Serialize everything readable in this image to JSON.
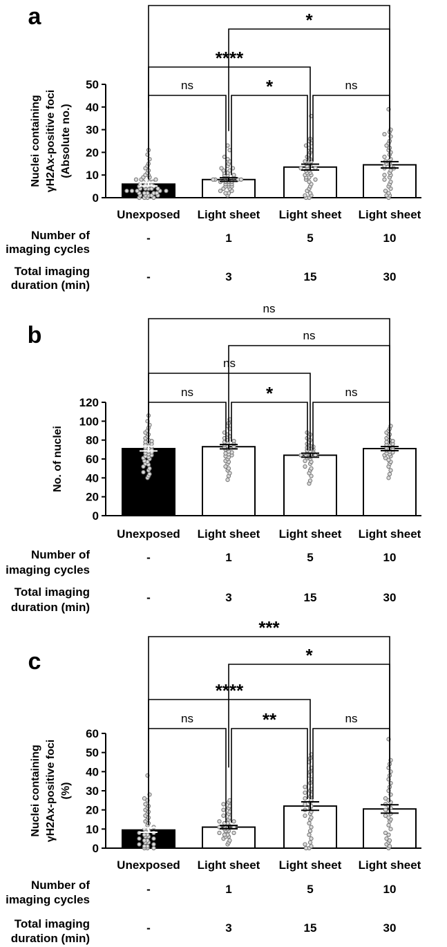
{
  "panels": [
    {
      "label": "a",
      "ylabel_lines": [
        "Nuclei containing",
        "γH2Ax-positive foci",
        "(Absolute no.)"
      ],
      "row_headers": [
        [
          "Number of",
          "imaging cycles"
        ],
        [
          "Total imaging",
          "duration (min)"
        ]
      ],
      "row1_values": [
        "-",
        "1",
        "5",
        "10"
      ],
      "row2_values": [
        "-",
        "3",
        "15",
        "30"
      ],
      "brackets": [
        {
          "from": 0,
          "to": 3,
          "label": "****"
        },
        {
          "from": 1,
          "to": 3,
          "label": "*"
        },
        {
          "from": 0,
          "to": 2,
          "label": "****"
        },
        {
          "from": 0,
          "to": 1,
          "label": "ns"
        },
        {
          "from": 1,
          "to": 2,
          "label": "*"
        },
        {
          "from": 2,
          "to": 3,
          "label": "ns"
        }
      ],
      "chart_data": {
        "type": "bar",
        "categories": [
          "Unexposed",
          "Light sheet",
          "Light sheet",
          "Light sheet"
        ],
        "values": [
          6,
          8,
          13.5,
          14.5
        ],
        "sem": [
          0.8,
          0.8,
          1.3,
          1.4
        ],
        "ylim": [
          0,
          50
        ],
        "yticks": [
          0,
          10,
          20,
          30,
          40,
          50
        ],
        "bar_fill": [
          "#000000",
          "#ffffff",
          "#ffffff",
          "#ffffff"
        ],
        "points": [
          [
            0,
            0,
            0,
            0,
            1,
            1,
            1,
            1,
            1,
            2,
            2,
            2,
            2,
            2,
            3,
            3,
            3,
            3,
            3,
            4,
            4,
            4,
            4,
            4,
            5,
            5,
            5,
            5,
            6,
            6,
            6,
            6,
            7,
            7,
            7,
            8,
            8,
            8,
            9,
            9,
            10,
            10,
            11,
            12,
            13,
            14,
            15,
            17,
            19,
            21
          ],
          [
            1,
            2,
            2,
            3,
            3,
            4,
            4,
            5,
            5,
            5,
            6,
            6,
            6,
            7,
            7,
            7,
            7,
            8,
            8,
            8,
            8,
            9,
            9,
            9,
            10,
            10,
            10,
            11,
            11,
            12,
            12,
            13,
            13,
            14,
            15,
            16,
            17,
            18,
            21,
            23
          ],
          [
            0,
            0,
            1,
            1,
            2,
            3,
            4,
            5,
            6,
            7,
            8,
            8,
            9,
            9,
            10,
            10,
            11,
            11,
            12,
            12,
            13,
            13,
            14,
            14,
            15,
            15,
            16,
            16,
            17,
            18,
            19,
            20,
            21,
            22,
            23,
            24,
            25,
            26,
            36
          ],
          [
            0,
            1,
            1,
            2,
            3,
            4,
            5,
            6,
            7,
            8,
            9,
            10,
            10,
            11,
            12,
            13,
            13,
            14,
            14,
            15,
            15,
            16,
            16,
            17,
            18,
            19,
            20,
            21,
            22,
            23,
            24,
            25,
            27,
            28,
            29,
            30,
            39
          ]
        ]
      }
    },
    {
      "label": "b",
      "ylabel_lines": [
        "No. of nuclei"
      ],
      "row_headers": [
        [
          "Number of",
          "imaging cycles"
        ],
        [
          "Total imaging",
          "duration (min)"
        ]
      ],
      "row1_values": [
        "-",
        "1",
        "5",
        "10"
      ],
      "row2_values": [
        "-",
        "3",
        "15",
        "30"
      ],
      "brackets": [
        {
          "from": 0,
          "to": 3,
          "label": "ns"
        },
        {
          "from": 1,
          "to": 3,
          "label": "ns"
        },
        {
          "from": 0,
          "to": 2,
          "label": "ns"
        },
        {
          "from": 0,
          "to": 1,
          "label": "ns"
        },
        {
          "from": 1,
          "to": 2,
          "label": "*"
        },
        {
          "from": 2,
          "to": 3,
          "label": "ns"
        }
      ],
      "chart_data": {
        "type": "bar",
        "categories": [
          "Unexposed",
          "Light sheet",
          "Light sheet",
          "Light sheet"
        ],
        "values": [
          71,
          73,
          64,
          71
        ],
        "sem": [
          2.5,
          2.3,
          2.1,
          2.2
        ],
        "ylim": [
          0,
          120
        ],
        "yticks": [
          0,
          20,
          40,
          60,
          80,
          100,
          120
        ],
        "bar_fill": [
          "#000000",
          "#ffffff",
          "#ffffff",
          "#ffffff"
        ],
        "points": [
          [
            40,
            42,
            44,
            46,
            48,
            50,
            52,
            54,
            55,
            57,
            58,
            60,
            61,
            62,
            63,
            64,
            65,
            66,
            67,
            68,
            69,
            70,
            71,
            72,
            73,
            74,
            75,
            76,
            77,
            78,
            79,
            80,
            82,
            84,
            86,
            88,
            90,
            93,
            96,
            100,
            106
          ],
          [
            38,
            42,
            45,
            48,
            50,
            52,
            55,
            57,
            58,
            60,
            62,
            63,
            64,
            65,
            66,
            67,
            68,
            70,
            71,
            72,
            73,
            74,
            75,
            76,
            77,
            78,
            79,
            80,
            82,
            84,
            86,
            88,
            92,
            95,
            98,
            102
          ],
          [
            34,
            37,
            42,
            45,
            48,
            50,
            52,
            55,
            57,
            58,
            60,
            61,
            62,
            63,
            64,
            64,
            65,
            66,
            67,
            68,
            69,
            70,
            71,
            72,
            73,
            74,
            76,
            78,
            80,
            82,
            84,
            86,
            88
          ],
          [
            40,
            44,
            48,
            52,
            55,
            57,
            59,
            61,
            63,
            64,
            65,
            66,
            67,
            68,
            69,
            70,
            71,
            72,
            73,
            74,
            75,
            76,
            77,
            78,
            79,
            80,
            82,
            84,
            86,
            88,
            90,
            92,
            95
          ]
        ]
      }
    },
    {
      "label": "c",
      "ylabel_lines": [
        "Nuclei containing",
        "γH2Ax-positive foci",
        "(%)"
      ],
      "row_headers": [
        [
          "Number of",
          "imaging cycles"
        ],
        [
          "Total imaging",
          "duration (min)"
        ]
      ],
      "row1_values": [
        "-",
        "1",
        "5",
        "10"
      ],
      "row2_values": [
        "-",
        "3",
        "15",
        "30"
      ],
      "brackets": [
        {
          "from": 0,
          "to": 3,
          "label": "***"
        },
        {
          "from": 1,
          "to": 3,
          "label": "*"
        },
        {
          "from": 0,
          "to": 2,
          "label": "****"
        },
        {
          "from": 0,
          "to": 1,
          "label": "ns"
        },
        {
          "from": 1,
          "to": 2,
          "label": "**"
        },
        {
          "from": 2,
          "to": 3,
          "label": "ns"
        }
      ],
      "chart_data": {
        "type": "bar",
        "categories": [
          "Unexposed",
          "Light sheet",
          "Light sheet",
          "Light sheet"
        ],
        "values": [
          9.5,
          11,
          22,
          20.5
        ],
        "sem": [
          1.2,
          0.9,
          2.2,
          2.2
        ],
        "ylim": [
          0,
          60
        ],
        "yticks": [
          0,
          10,
          20,
          30,
          40,
          50,
          60
        ],
        "bar_fill": [
          "#000000",
          "#ffffff",
          "#ffffff",
          "#ffffff"
        ],
        "points": [
          [
            0,
            0,
            0,
            1,
            1,
            2,
            2,
            3,
            3,
            4,
            4,
            5,
            5,
            6,
            6,
            7,
            7,
            8,
            8,
            9,
            9,
            10,
            10,
            11,
            12,
            13,
            14,
            15,
            16,
            17,
            18,
            19,
            20,
            21,
            22,
            23,
            25,
            26,
            28,
            38
          ],
          [
            2,
            3,
            4,
            5,
            6,
            6,
            7,
            7,
            8,
            8,
            9,
            9,
            10,
            10,
            11,
            11,
            12,
            12,
            13,
            13,
            14,
            14,
            15,
            16,
            17,
            18,
            19,
            20,
            21,
            22,
            23,
            24,
            25
          ],
          [
            0,
            0,
            1,
            2,
            3,
            5,
            7,
            9,
            11,
            13,
            15,
            16,
            17,
            18,
            19,
            20,
            21,
            22,
            23,
            24,
            25,
            26,
            27,
            28,
            29,
            30,
            31,
            32,
            34,
            36,
            38,
            40,
            42,
            45,
            47,
            49
          ],
          [
            0,
            1,
            2,
            3,
            4,
            5,
            7,
            8,
            10,
            12,
            14,
            15,
            16,
            17,
            18,
            19,
            20,
            21,
            22,
            23,
            24,
            25,
            26,
            28,
            30,
            32,
            34,
            36,
            38,
            40,
            42,
            44,
            46,
            57
          ]
        ]
      }
    }
  ]
}
